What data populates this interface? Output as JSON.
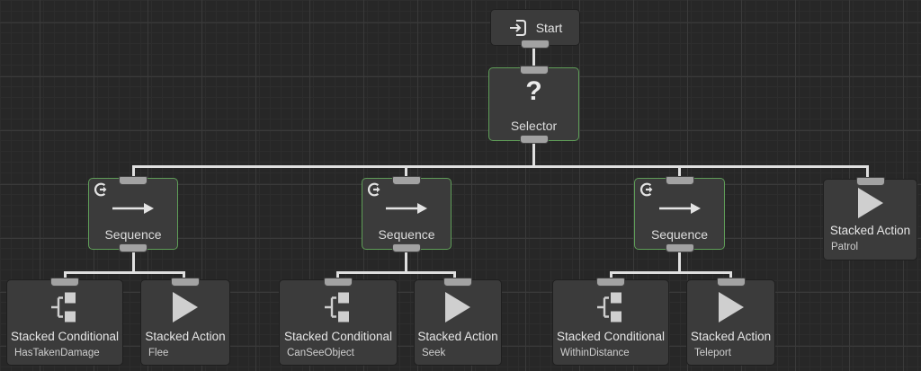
{
  "canvas": {
    "background": "#272727",
    "grid_minor_color": "#2d2d2d",
    "grid_major_color": "#3a3a3a",
    "edge_color": "#dfdfdf",
    "node_fill": "#3b3b3b",
    "active_border_color": "#5f9e58",
    "port_color": "#a2a2a2"
  },
  "tree": {
    "start": {
      "label": "Start",
      "icon": "enter-icon"
    },
    "selector": {
      "symbol": "?",
      "label": "Selector",
      "icon": "question-mark-icon"
    },
    "sequences": [
      {
        "label": "Sequence",
        "icon": "arrow-right-icon",
        "corner_icon": "repeat-icon"
      },
      {
        "label": "Sequence",
        "icon": "arrow-right-icon",
        "corner_icon": "repeat-icon"
      },
      {
        "label": "Sequence",
        "icon": "arrow-right-icon",
        "corner_icon": "repeat-icon"
      }
    ],
    "leaves": [
      {
        "title": "Stacked Conditional",
        "subtitle": "HasTakenDamage",
        "icon": "branch-icon"
      },
      {
        "title": "Stacked Action",
        "subtitle": "Flee",
        "icon": "play-icon"
      },
      {
        "title": "Stacked Conditional",
        "subtitle": "CanSeeObject",
        "icon": "branch-icon"
      },
      {
        "title": "Stacked Action",
        "subtitle": "Seek",
        "icon": "play-icon"
      },
      {
        "title": "Stacked Conditional",
        "subtitle": "WithinDistance",
        "icon": "branch-icon"
      },
      {
        "title": "Stacked Action",
        "subtitle": "Teleport",
        "icon": "play-icon"
      },
      {
        "title": "Stacked Action",
        "subtitle": "Patrol",
        "icon": "play-icon"
      }
    ]
  }
}
